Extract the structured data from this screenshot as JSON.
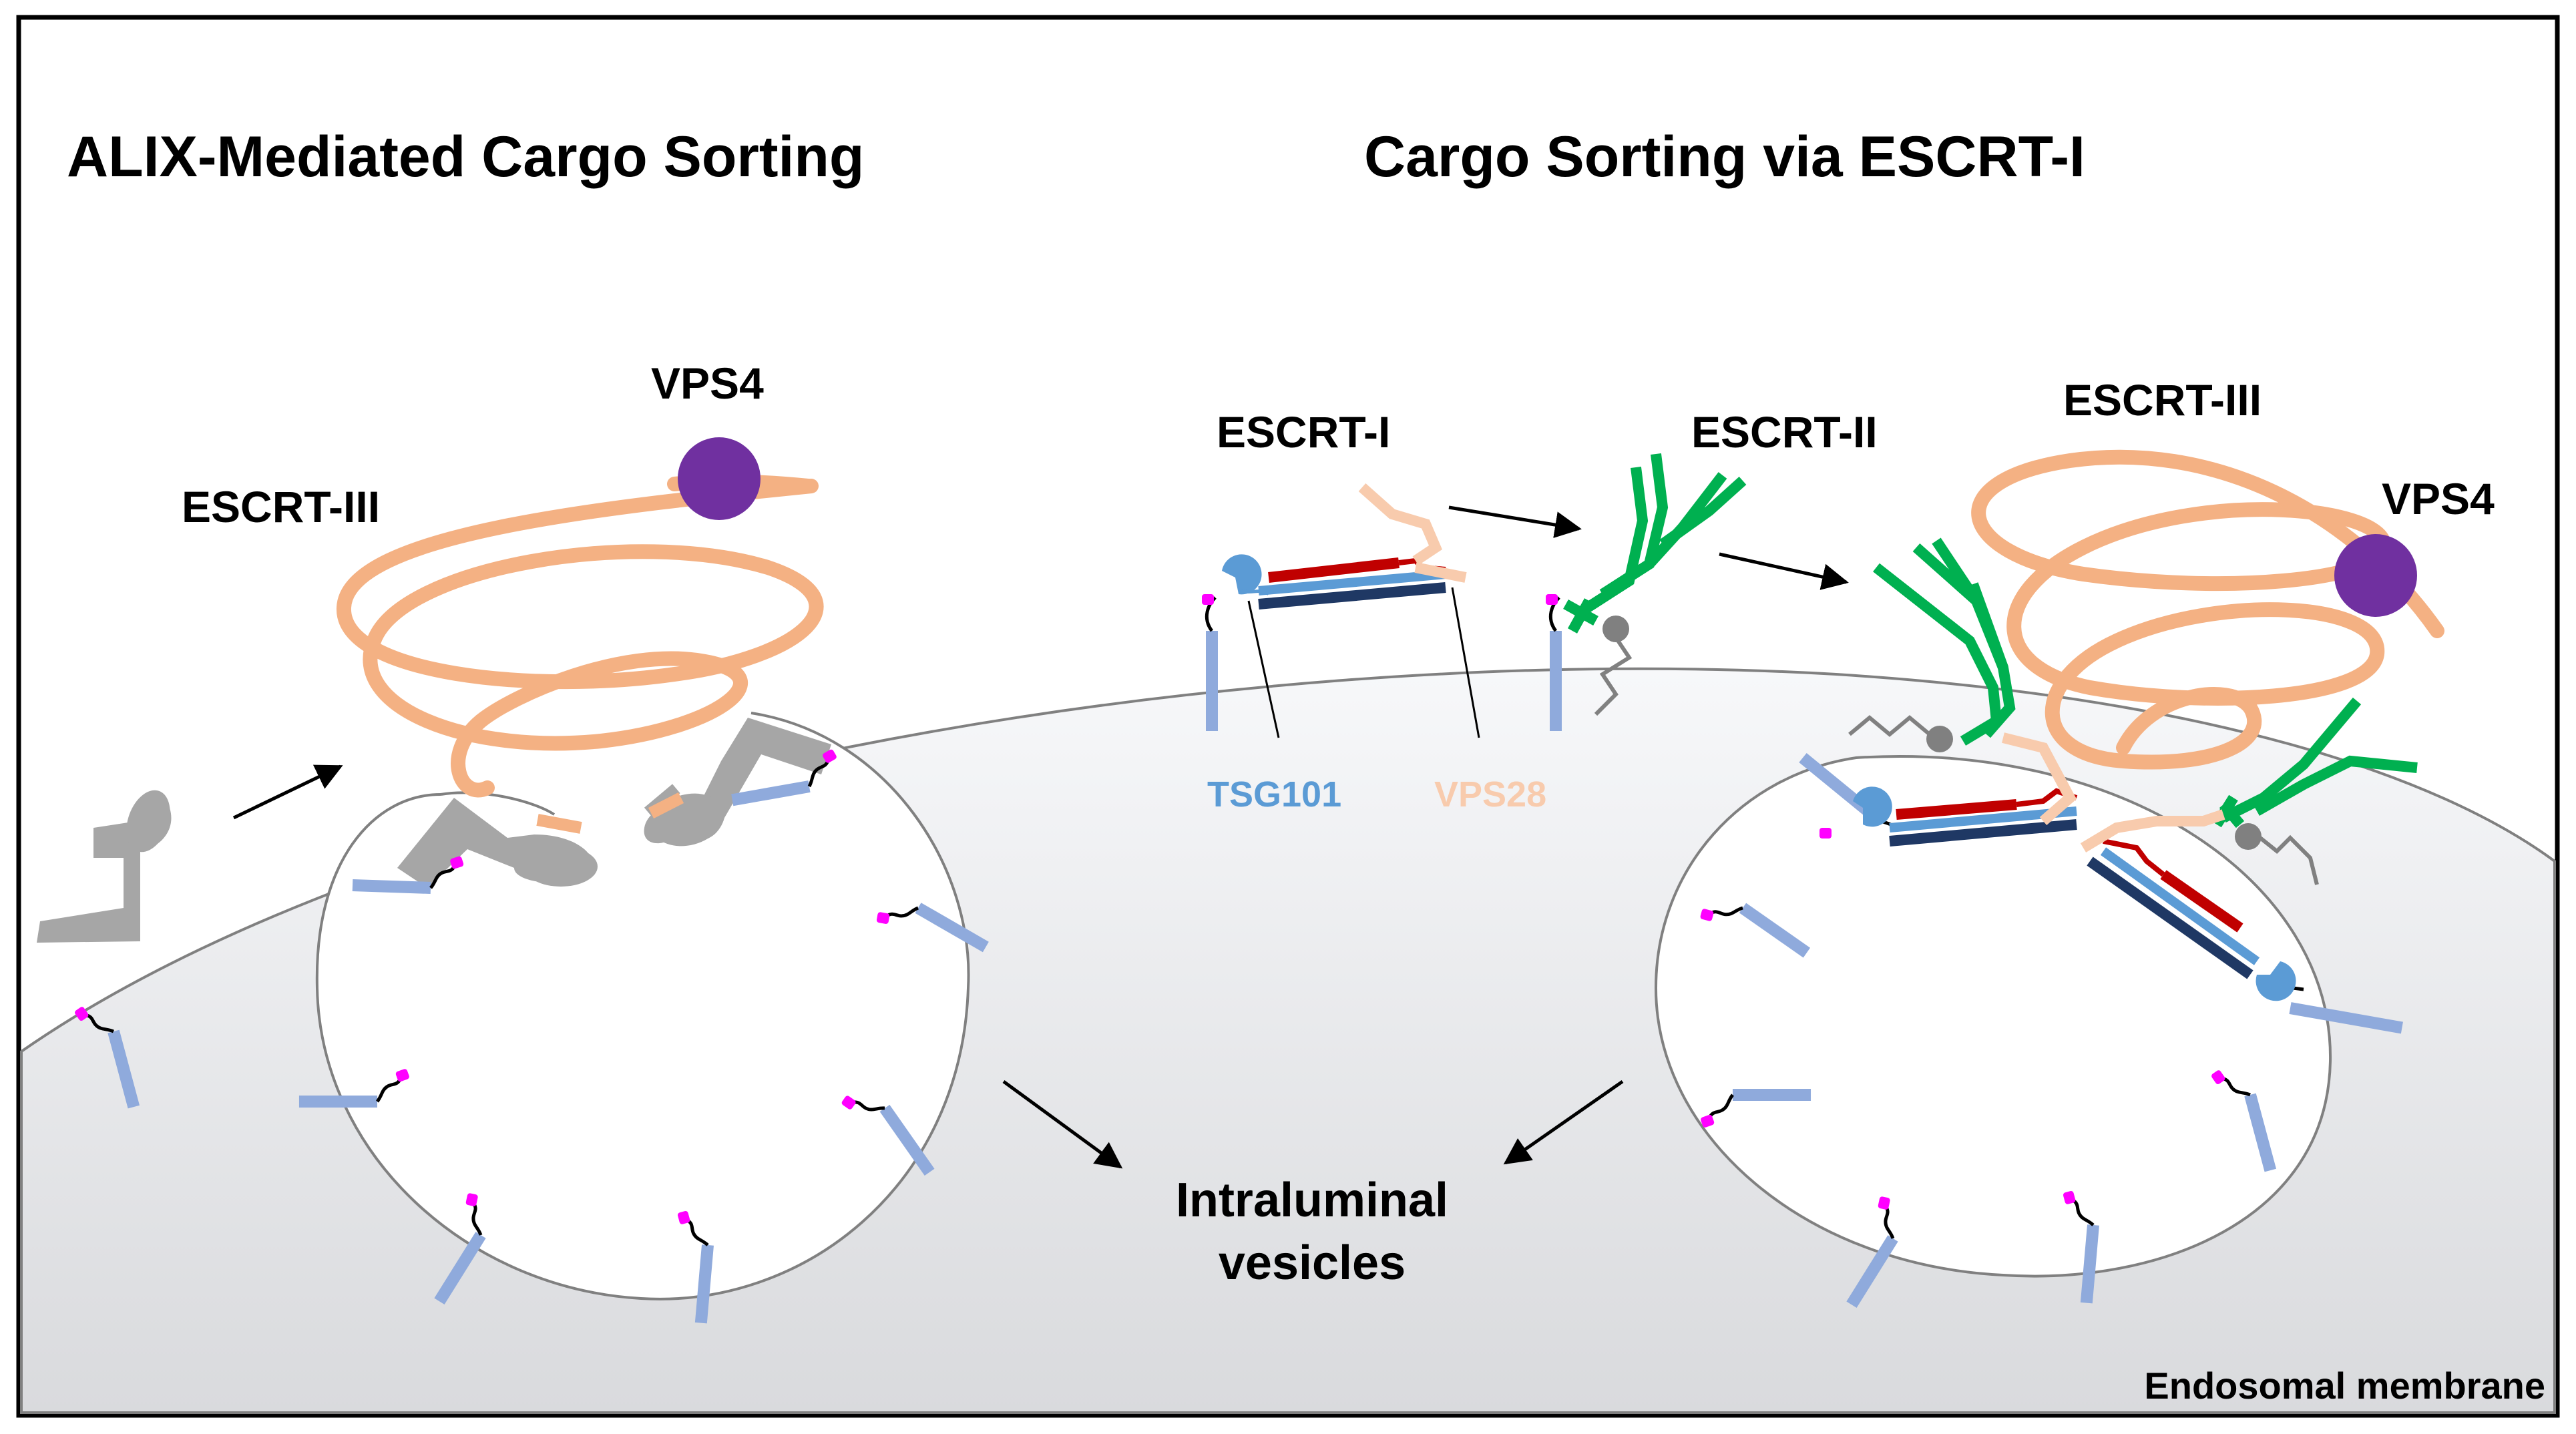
{
  "titles": {
    "left": "ALIX-Mediated Cargo Sorting",
    "right": "Cargo Sorting via ESCRT-I"
  },
  "labels": {
    "vps4_left": "VPS4",
    "escrt3_left": "ESCRT-III",
    "escrt1": "ESCRT-I",
    "escrt2": "ESCRT-II",
    "escrt3_right": "ESCRT-III",
    "vps4_right": "VPS4",
    "tsg101": "TSG101",
    "vps28": "VPS28",
    "ilv_line1": "Intraluminal",
    "ilv_line2": "vesicles",
    "membrane": "Endosomal membrane"
  },
  "colors": {
    "escrt3": "#f4b183",
    "vps4": "#7030a0",
    "alix": "#a6a6a6",
    "tsg101": "#5b9bd5",
    "vps28": "#f8cbad",
    "escrt2": "#00b050",
    "dark_red": "#c00000",
    "navy": "#1f3864",
    "cargo": "#8faadc",
    "ubiquitin": "#ff00ff",
    "endosome": "#e8eaee"
  }
}
